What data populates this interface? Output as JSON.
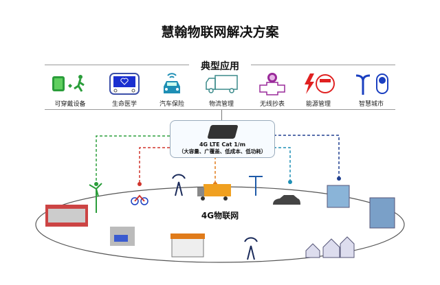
{
  "title": "慧翰物联网解决方案",
  "section_title": "典型应用",
  "applications": [
    {
      "label": "可穿戴设备",
      "icon": "wearable-icon"
    },
    {
      "label": "生命医学",
      "icon": "medical-monitor-icon"
    },
    {
      "label": "汽车保险",
      "icon": "car-icon"
    },
    {
      "label": "物流管理",
      "icon": "truck-icon"
    },
    {
      "label": "无线抄表",
      "icon": "meter-icon"
    },
    {
      "label": "能源管理",
      "icon": "energy-icon"
    },
    {
      "label": "智慧城市",
      "icon": "street-light-icon"
    }
  ],
  "module": {
    "name": "4G LTE Cat 1/m",
    "features": "（大容量、广覆盖、低成本、低功耗）"
  },
  "network_label": "4G物联网",
  "colors": {
    "green": "#2a9d3a",
    "red": "#d0342c",
    "orange": "#e07b1a",
    "navy": "#1f3f8f",
    "teal": "#1e8fb5"
  }
}
